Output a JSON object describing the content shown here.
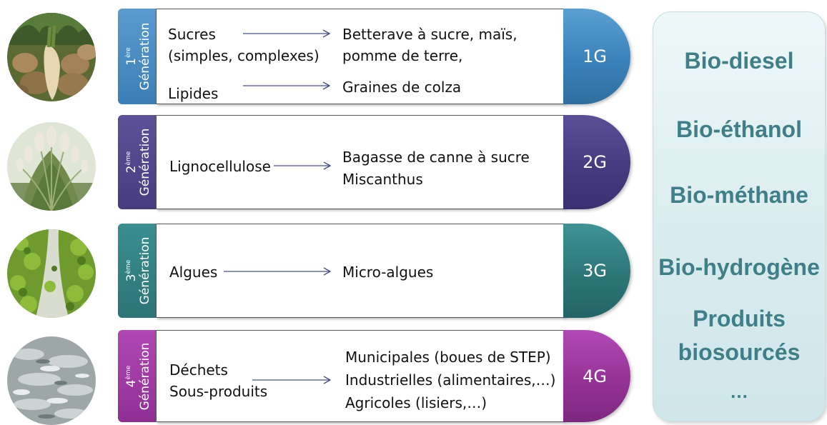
{
  "generations": [
    {
      "ordinal": "1",
      "ordinal_suffix": "ère",
      "label": "Génération",
      "badge": "1G",
      "color": "#3a7fb5",
      "feedstock_groups": [
        {
          "source": [
            "Sucres",
            "(simples, complexes)"
          ],
          "examples": [
            "Betterave à sucre, maïs,",
            "pomme de terre,"
          ]
        },
        {
          "source": [
            "Lipides"
          ],
          "examples": [
            "Graines de colza"
          ]
        }
      ]
    },
    {
      "ordinal": "2",
      "ordinal_suffix": "ème",
      "label": "Génération",
      "badge": "2G",
      "color": "#473c80",
      "feedstock_groups": [
        {
          "source": [
            "Lignocellulose"
          ],
          "examples": [
            "Bagasse de canne à sucre",
            "Miscanthus"
          ]
        }
      ]
    },
    {
      "ordinal": "3",
      "ordinal_suffix": "ème",
      "label": "Génération",
      "badge": "3G",
      "color": "#2c7476",
      "feedstock_groups": [
        {
          "source": [
            "Algues"
          ],
          "examples": [
            "Micro-algues"
          ]
        }
      ]
    },
    {
      "ordinal": "4",
      "ordinal_suffix": "ème",
      "label": "Génération",
      "badge": "4G",
      "color": "#8f2f94",
      "feedstock_groups": [
        {
          "source": [
            "Déchets",
            "Sous-produits"
          ],
          "examples": [
            "Municipales (boues de STEP)",
            "Industrielles (alimentaires,…)",
            "Agricoles (lisiers,…)"
          ]
        }
      ]
    }
  ],
  "products": {
    "color": "#3f7f88",
    "items": [
      "Bio-diesel",
      "Bio-éthanol",
      "Bio-méthane",
      "Bio-hydrogène",
      "Produits",
      "biosourcés",
      "…"
    ]
  },
  "photos": [
    "sugar-beet-photo",
    "miscanthus-grass-photo",
    "algae-photo",
    "waste-sludge-photo"
  ]
}
